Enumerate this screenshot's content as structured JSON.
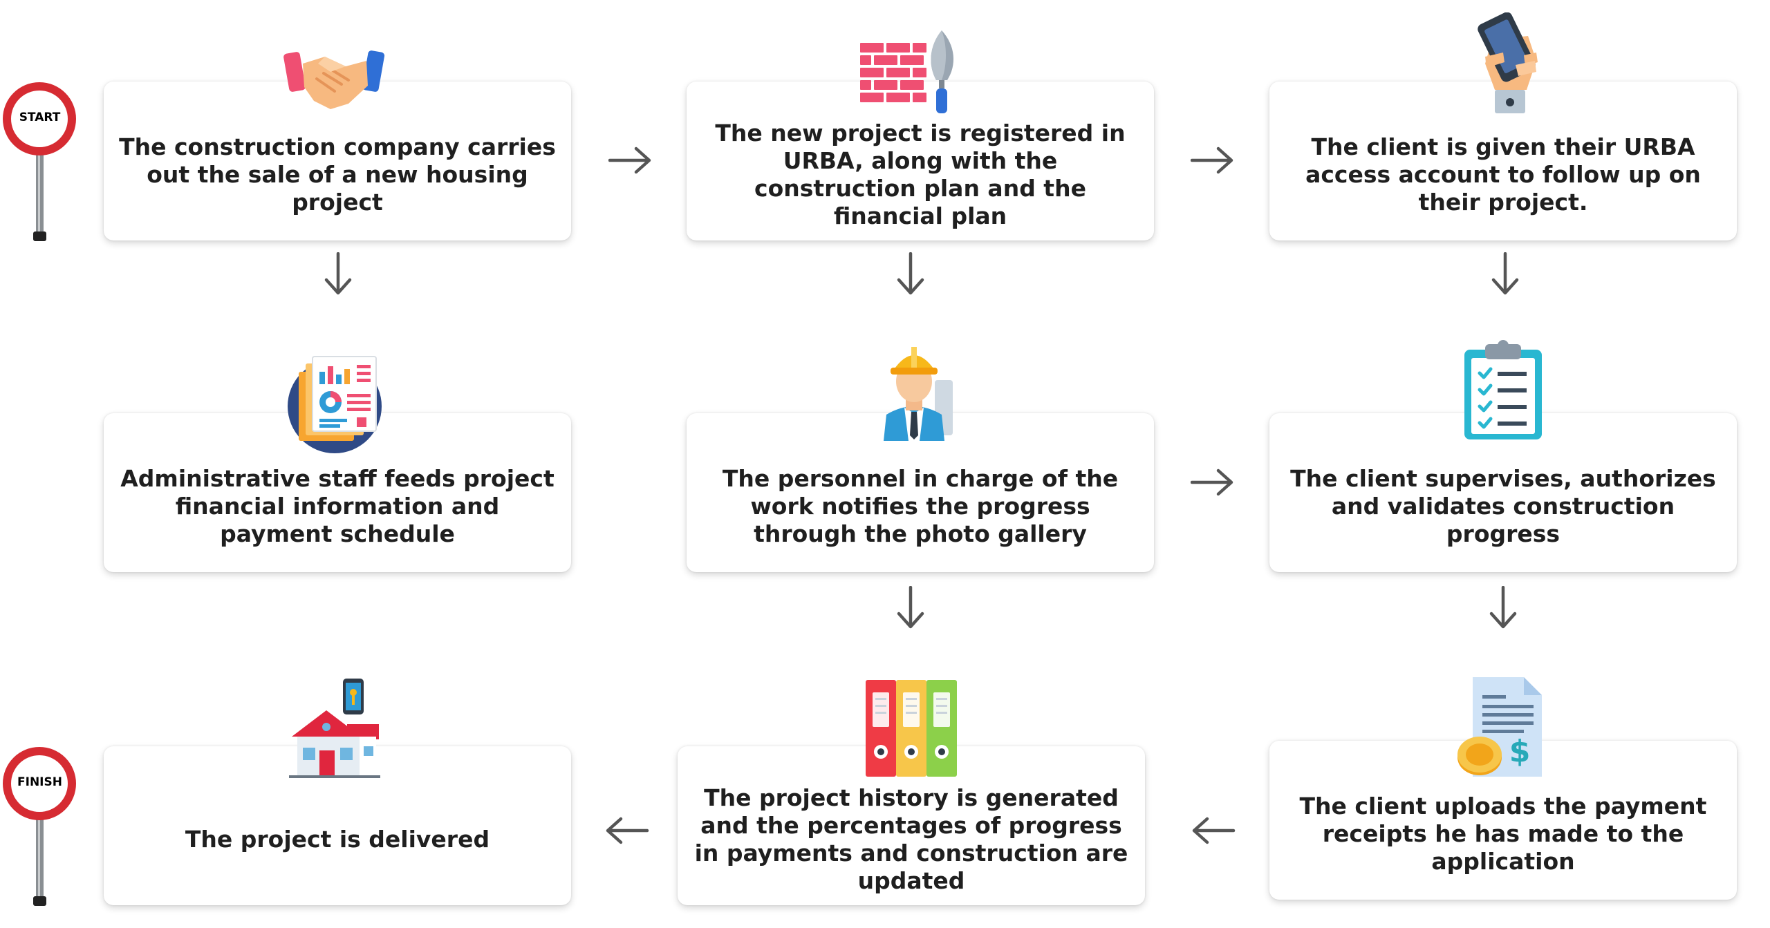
{
  "signs": {
    "start": "START",
    "finish": "FINISH"
  },
  "steps": [
    {
      "id": "sale",
      "text": "The construction company carries out the sale of a new housing project",
      "icon": "handshake-icon"
    },
    {
      "id": "register",
      "text": "The new project is registered in URBA, along with the construction plan and the financial plan",
      "icon": "brick-wall-trowel-icon"
    },
    {
      "id": "access",
      "text": "The client is given their URBA access account to follow up on their project.",
      "icon": "hand-smartphone-icon"
    },
    {
      "id": "feeds",
      "text": "Administrative staff feeds project financial information and payment schedule",
      "icon": "financial-report-icon"
    },
    {
      "id": "notifies",
      "text": "The personnel in charge of the work notifies the progress through the photo gallery",
      "icon": "construction-worker-icon"
    },
    {
      "id": "supervises",
      "text": "The client supervises, authorizes and validates construction progress",
      "icon": "clipboard-checklist-icon"
    },
    {
      "id": "delivered",
      "text": "The project is delivered",
      "icon": "house-key-icon"
    },
    {
      "id": "history",
      "text": "The project history is generated and the percentages of progress in payments and construction are updated",
      "icon": "binders-icon"
    },
    {
      "id": "uploads",
      "text": "The client uploads the payment receipts he has made to the application",
      "icon": "receipt-coin-icon"
    }
  ],
  "colors": {
    "sign_red": "#d62b32",
    "arrow": "#555555",
    "text": "#1f1f1f"
  }
}
